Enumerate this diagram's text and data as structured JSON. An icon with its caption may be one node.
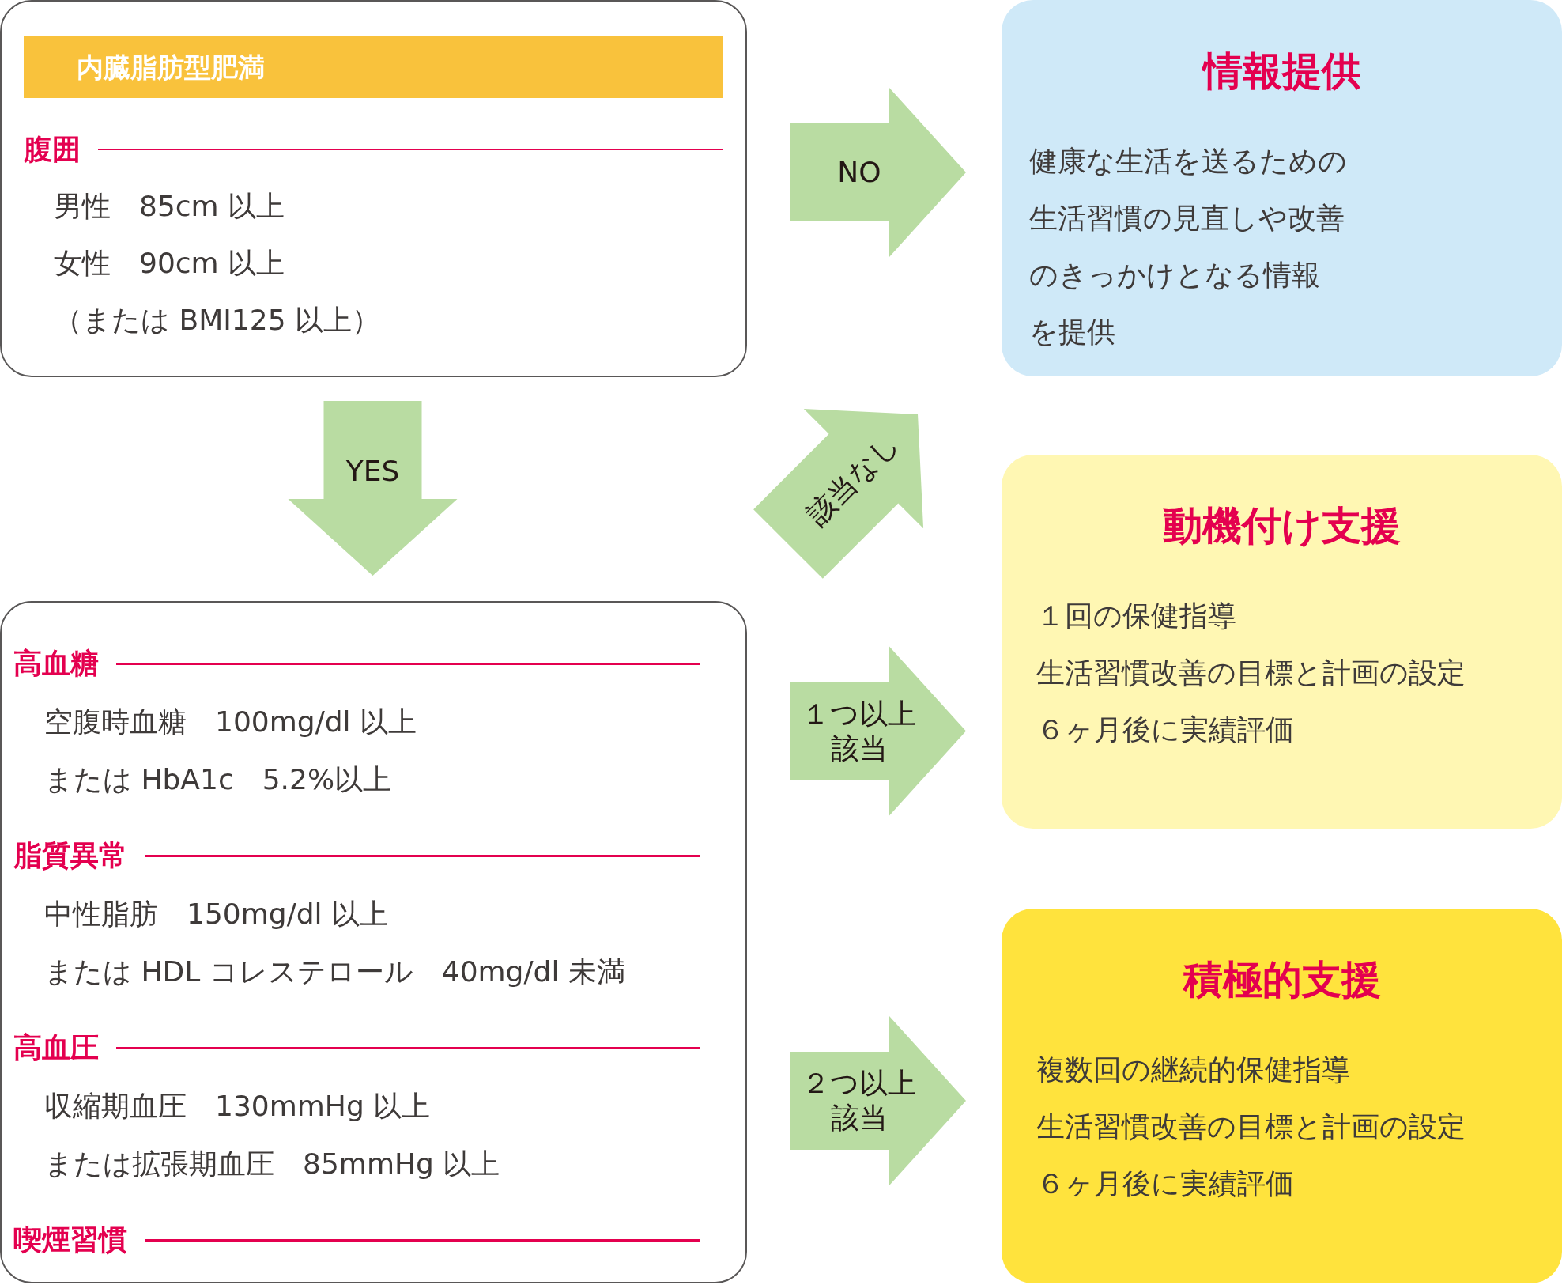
{
  "diagram": {
    "nodes": [
      {
        "text": [
          "内臓脂肪型肥満",
          "腹囲",
          "男性　85cm 以上",
          "女性　90cm 以上",
          "（または BMI125 以上）"
        ]
      },
      {
        "text": [
          "高血糖",
          "空腹時血糖　100mg/dl 以上",
          "または HbA1c　5.2%以上",
          "脂質異常",
          "中性脂肪　150mg/dl 以上",
          "または HDL コレステロール　40mg/dl 未満",
          "高血圧",
          "収縮期血圧　130mmHg 以上",
          "または拡張期血圧　85mmHg 以上",
          "喫煙習慣"
        ]
      },
      {
        "text": [
          "情報提供",
          "健康な生活を送るための生活習慣の見直しや改善のきっかけとなる情報を提供"
        ]
      },
      {
        "text": [
          "動機付け支援",
          "１回の保健指導",
          "生活習慣改善の目標と計画の設定",
          "６ヶ月後に実績評価"
        ]
      },
      {
        "text": [
          "積極的支援",
          "複数回の継続的保健指導",
          "生活習慣改善の目標と計画の設定",
          "６ヶ月後に実績評価"
        ]
      }
    ],
    "edges": [
      {
        "from": 0,
        "to": 2,
        "arrow": "to",
        "label": "NO"
      },
      {
        "from": 0,
        "to": 1,
        "arrow": "to",
        "label": "YES"
      },
      {
        "from": 1,
        "to": 2,
        "arrow": "to",
        "label": "該当なし"
      },
      {
        "from": 1,
        "to": 3,
        "arrow": "to",
        "label": "１つ以上該当"
      },
      {
        "from": 1,
        "to": 4,
        "arrow": "to",
        "label": "２つ以上該当"
      }
    ]
  }
}
